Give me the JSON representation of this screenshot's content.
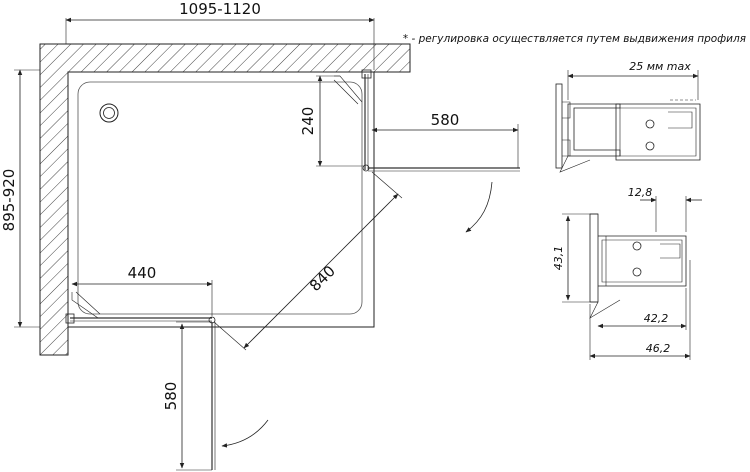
{
  "note": "* - регулировка осуществляется путем выдвижения профиля",
  "dimensions": {
    "width_range": "1095-1120",
    "depth_range": "895-920",
    "side_panel": "240",
    "door_right": "580",
    "front_fixed": "440",
    "diagonal": "840",
    "door_bottom": "580"
  },
  "profile_top": {
    "max_label": "25 мм max"
  },
  "profile_bottom": {
    "width_a": "12,8",
    "height": "43,1",
    "width_b": "42,2",
    "width_c": "46,2"
  }
}
